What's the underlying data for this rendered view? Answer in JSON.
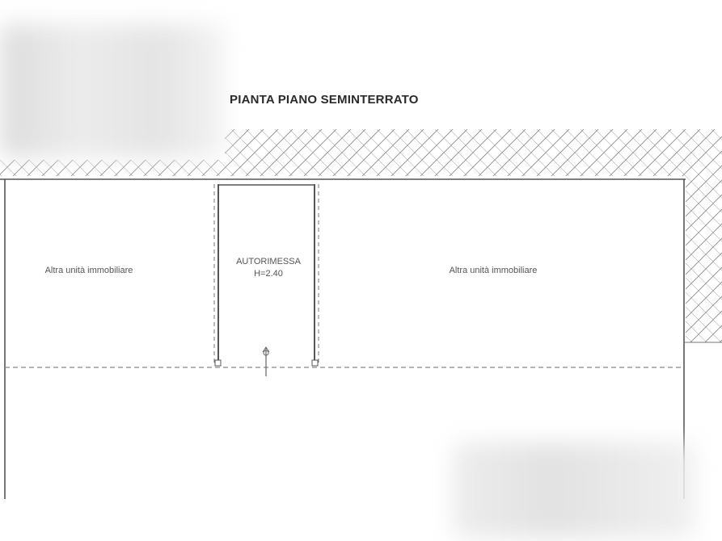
{
  "plan": {
    "title": "PIANTA PIANO SEMINTERRATO",
    "rooms": {
      "left_unit": "Altra unità immobiliare",
      "garage_name": "AUTORIMESSA",
      "garage_height": "H=2.40",
      "right_unit": "Altra unità immobiliare"
    }
  },
  "icons": {
    "entrance": "entrance-arrow-icon"
  },
  "colors": {
    "wall_line": "#555555",
    "hatch": "#8a8a8a",
    "text": "#2a2a2a"
  }
}
